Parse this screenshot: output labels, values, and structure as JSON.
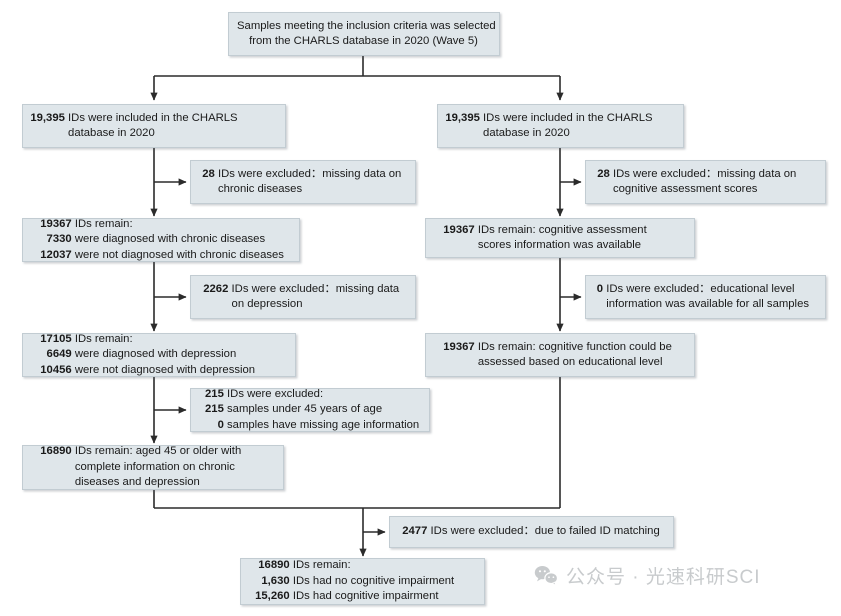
{
  "title": "CHARLS study participant selection flowchart",
  "colors": {
    "box_fill": "#dfe6ea",
    "box_border": "#c2ccd2",
    "connector": "#2b2b2b",
    "text": "#1a1a1a",
    "watermark": "#c8cbcd"
  },
  "nodes": {
    "source": {
      "lines": [
        "Samples meeting the inclusion criteria was selected",
        "from the CHARLS database in 2020 (Wave 5)"
      ]
    },
    "left_included": {
      "count": "19,395",
      "lines": [
        "IDs were included in the CHARLS",
        "database in 2020"
      ]
    },
    "right_included": {
      "count": "19,395",
      "lines": [
        "IDs were included in the CHARLS",
        "database in 2020"
      ]
    },
    "left_excluded_1": {
      "count": "28",
      "lines": [
        "IDs were excluded：missing data on",
        "chronic diseases"
      ]
    },
    "right_excluded_1": {
      "count": "28",
      "lines": [
        "IDs were excluded：missing data on",
        "cognitive assessment scores"
      ]
    },
    "left_remain_1": {
      "rows": [
        {
          "n": "19367",
          "t": "IDs remain:"
        },
        {
          "n": "7330",
          "t": "were diagnosed with chronic diseases"
        },
        {
          "n": "12037",
          "t": "were not diagnosed with chronic diseases"
        }
      ]
    },
    "right_remain_1": {
      "count": "19367",
      "lines": [
        "IDs remain: cognitive assessment",
        "scores information was available"
      ]
    },
    "left_excluded_2": {
      "count": "2262",
      "lines": [
        "IDs were excluded：missing data",
        "on depression"
      ]
    },
    "right_excluded_2": {
      "count": "0",
      "lines": [
        "IDs were excluded：educational level",
        "information was available for all samples"
      ]
    },
    "left_remain_2": {
      "rows": [
        {
          "n": "17105",
          "t": "IDs remain:"
        },
        {
          "n": "6649",
          "t": "were diagnosed with depression"
        },
        {
          "n": "10456",
          "t": "were not diagnosed with depression"
        }
      ]
    },
    "right_remain_2": {
      "count": "19367",
      "lines": [
        "IDs remain: cognitive function could be",
        "assessed based on educational level"
      ]
    },
    "left_excluded_3": {
      "rows": [
        {
          "n": "215",
          "t": "IDs were excluded:"
        },
        {
          "n": "215",
          "t": "samples under 45 years of age"
        },
        {
          "n": "0",
          "t": "samples have missing age information"
        }
      ]
    },
    "left_remain_3": {
      "count": "16890",
      "lines": [
        "IDs remain: aged 45 or older with",
        "complete information on chronic",
        "diseases and depression"
      ]
    },
    "merge_excluded": {
      "count": "2477",
      "lines": [
        "IDs were excluded：due to failed ID matching"
      ]
    },
    "final": {
      "rows": [
        {
          "n": "16890",
          "t": "IDs remain:"
        },
        {
          "n": "1,630",
          "t": "IDs had no cognitive impairment"
        },
        {
          "n": "15,260",
          "t": "IDs had cognitive impairment"
        }
      ]
    }
  },
  "watermark": {
    "icon": "wechat-icon",
    "text": "公众号 · 光速科研SCI"
  }
}
